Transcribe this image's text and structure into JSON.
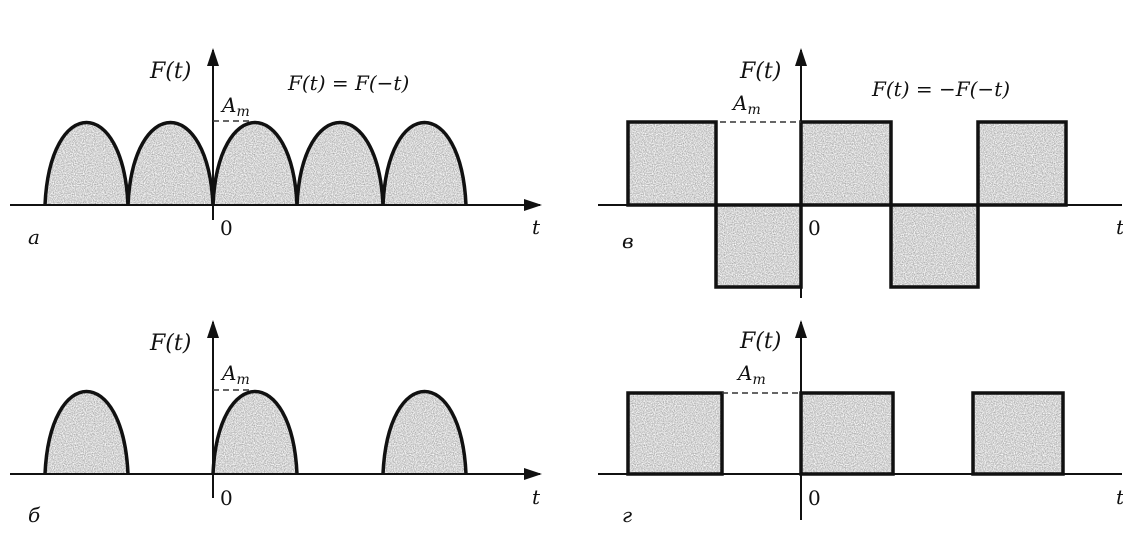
{
  "panels": {
    "a": {
      "label": "а",
      "axis_y": "F(t)",
      "axis_x": "t",
      "origin": "0",
      "amplitude": "A",
      "amplitude_sub": "m",
      "formula": "F(t) = F(−t)"
    },
    "b": {
      "label": "б",
      "axis_y": "F(t)",
      "axis_x": "t",
      "origin": "0",
      "amplitude": "A",
      "amplitude_sub": "m"
    },
    "v": {
      "label": "в",
      "axis_y": "F(t)",
      "axis_x": "t",
      "origin": "0",
      "amplitude": "A",
      "amplitude_sub": "m",
      "formula": "F(t) = −F(−t)"
    },
    "g": {
      "label": "г",
      "axis_y": "F(t)",
      "axis_x": "t",
      "origin": "0",
      "amplitude": "A",
      "amplitude_sub": "m"
    }
  },
  "colors": {
    "ink": "#111111",
    "fill_dark": "#8a8a8a",
    "fill_light": "#bdbdbd"
  }
}
